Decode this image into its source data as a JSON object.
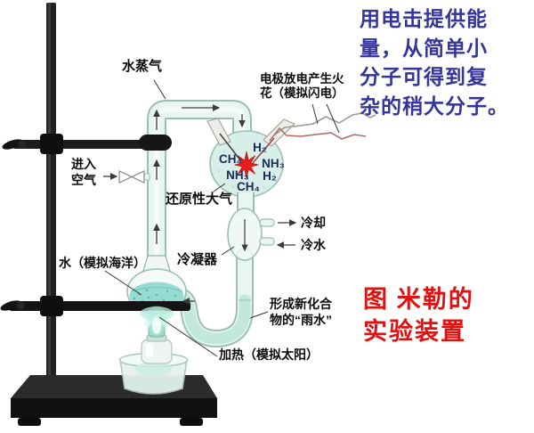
{
  "figure": {
    "annotation_note": "用电击提供能\n量，从简单小\n分子可得到复\n杂的稍大分子。",
    "caption": "图 米勒的\n实验装置"
  },
  "apparatus_labels": {
    "steam": "水蒸气",
    "spark": "电极放电产生火\n花（模拟闪电）",
    "air_in": "进入\n空气",
    "reducing_atmosphere": "还原性大气",
    "condenser": "冷凝器",
    "cooling_out": "冷却",
    "cold_water_in": "冷水",
    "ocean_water": "水（模拟海洋）",
    "rain": "形成新化合\n物的“雨水”",
    "heating": "加热（模拟太阳）"
  },
  "flask_gases": [
    "H₂",
    "CH₄",
    "NH₃",
    "NH₃",
    "H₂",
    "CH₄"
  ],
  "colors": {
    "annotation_blue": "#34349b",
    "caption_red": "#e01111",
    "spark_red": "#e81c1c",
    "glass_outline": "#9dbeb2",
    "glass_fill": "#e9f6f0",
    "water_teal": "#8fd8cf",
    "stand_black": "#1a1a1a"
  }
}
